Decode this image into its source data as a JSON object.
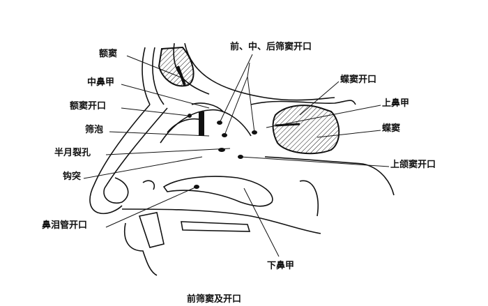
{
  "labels": {
    "frontal_sinus": "额窦",
    "middle_turbinate": "中鼻甲",
    "frontal_sinus_opening": "额窦开口",
    "ethmoid_bulla": "筛泡",
    "semilunar_hiatus": "半月裂孔",
    "uncinate_process": "钩突",
    "nasolacrimal_duct_opening": "鼻泪管开口",
    "ethmoid_openings": "前、中、后筛窦开口",
    "sphenoid_sinus_opening": "蝶窦开口",
    "superior_turbinate": "上鼻甲",
    "sphenoid_sinus": "蝶窦",
    "maxillary_sinus_opening": "上颌窦开口",
    "inferior_turbinate": "下鼻甲"
  },
  "caption": "前筛窦及开口",
  "colors": {
    "ink": "#111111",
    "background": "#ffffff"
  }
}
